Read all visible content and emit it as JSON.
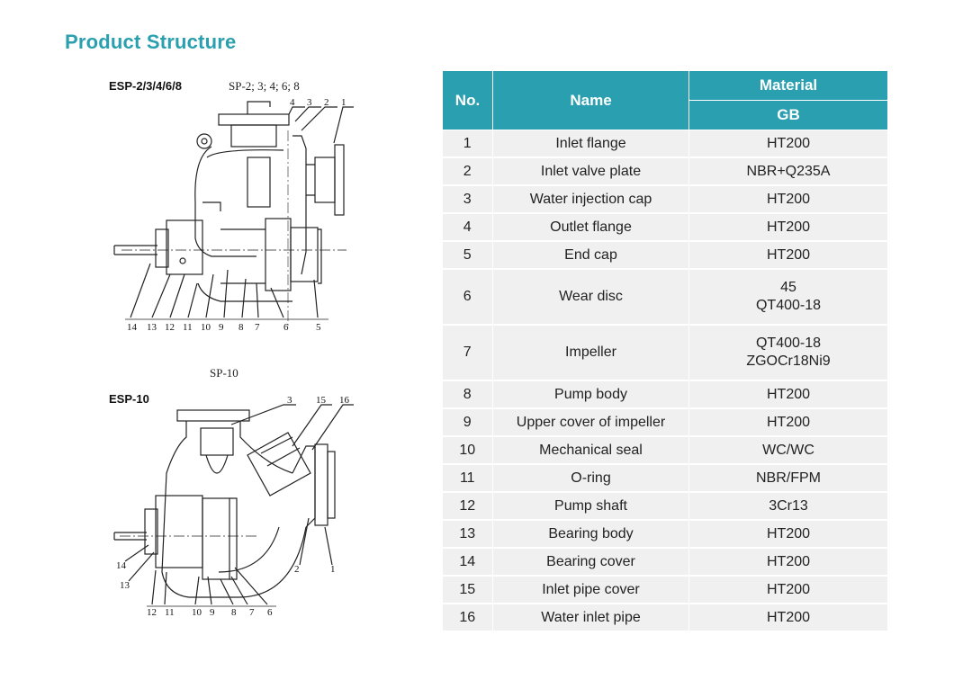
{
  "page": {
    "title": "Product Structure"
  },
  "diagram_top": {
    "model": "ESP-2/3/4/6/8",
    "sp_label": "SP-2; 3; 4; 6; 8",
    "callouts_top": [
      "4",
      "3",
      "2",
      "1"
    ],
    "callouts_bottom": [
      "14",
      "13",
      "12",
      "11",
      "10",
      "9",
      "8",
      "7",
      "6",
      "5"
    ]
  },
  "diagram_bottom": {
    "sp_label": "SP-10",
    "model": "ESP-10",
    "callouts_top": [
      "3",
      "15",
      "16"
    ],
    "callouts_side": [
      "14",
      "13",
      "2",
      "1"
    ],
    "callouts_bottom": [
      "12",
      "11",
      "10",
      "9",
      "8",
      "7",
      "6"
    ]
  },
  "table": {
    "col_no": "No.",
    "col_name": "Name",
    "col_material": "Material",
    "col_gb": "GB",
    "rows": [
      {
        "no": "1",
        "name": "Inlet flange",
        "gb": [
          "HT200"
        ]
      },
      {
        "no": "2",
        "name": "Inlet valve plate",
        "gb": [
          "NBR+Q235A"
        ]
      },
      {
        "no": "3",
        "name": "Water injection cap",
        "gb": [
          "HT200"
        ]
      },
      {
        "no": "4",
        "name": "Outlet flange",
        "gb": [
          "HT200"
        ]
      },
      {
        "no": "5",
        "name": "End cap",
        "gb": [
          "HT200"
        ]
      },
      {
        "no": "6",
        "name": "Wear disc",
        "gb": [
          "45",
          "QT400-18"
        ]
      },
      {
        "no": "7",
        "name": "Impeller",
        "gb": [
          "QT400-18",
          "ZGOCr18Ni9"
        ]
      },
      {
        "no": "8",
        "name": "Pump body",
        "gb": [
          "HT200"
        ]
      },
      {
        "no": "9",
        "name": "Upper cover of impeller",
        "gb": [
          "HT200"
        ]
      },
      {
        "no": "10",
        "name": "Mechanical seal",
        "gb": [
          "WC/WC"
        ]
      },
      {
        "no": "11",
        "name": "O-ring",
        "gb": [
          "NBR/FPM"
        ]
      },
      {
        "no": "12",
        "name": "Pump shaft",
        "gb": [
          "3Cr13"
        ]
      },
      {
        "no": "13",
        "name": "Bearing body",
        "gb": [
          "HT200"
        ]
      },
      {
        "no": "14",
        "name": "Bearing cover",
        "gb": [
          "HT200"
        ]
      },
      {
        "no": "15",
        "name": "Inlet pipe cover",
        "gb": [
          "HT200"
        ]
      },
      {
        "no": "16",
        "name": "Water inlet pipe",
        "gb": [
          "HT200"
        ]
      }
    ]
  }
}
